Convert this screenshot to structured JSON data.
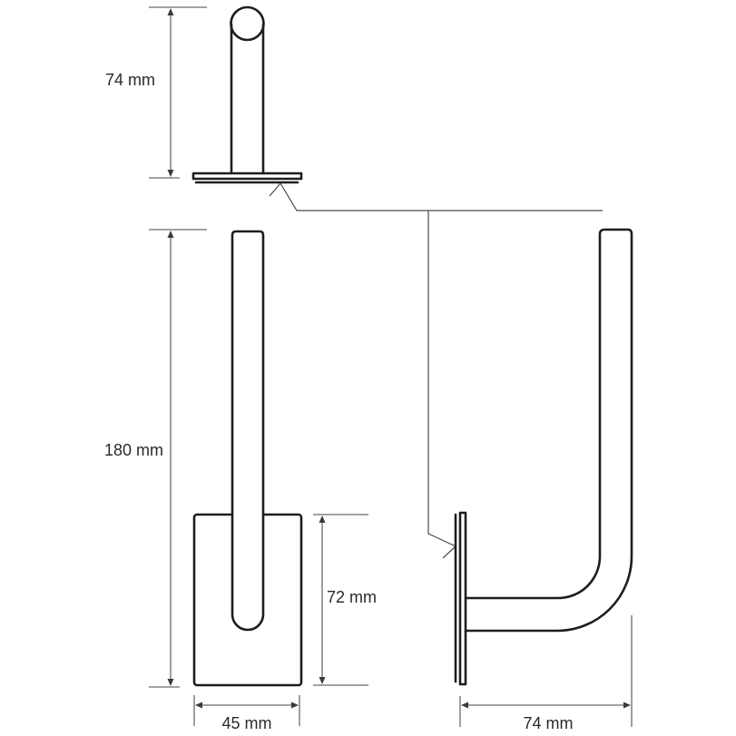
{
  "drawing": {
    "title": "Toilet paper holder technical drawing",
    "colors": {
      "line": "#1e1e1e",
      "dimension": "#6b6b6b",
      "text": "#2a2a2a",
      "background": "#ffffff"
    },
    "views": [
      {
        "name": "top-view",
        "dimension_label": "74 mm"
      },
      {
        "name": "front-view",
        "dimension_labels": [
          "180 mm",
          "72 mm",
          "45 mm"
        ]
      },
      {
        "name": "side-view",
        "dimension_label": "74 mm"
      }
    ]
  },
  "dims": {
    "top_height": "74 mm",
    "total_height": "180 mm",
    "plate_height": "72 mm",
    "plate_width": "45 mm",
    "depth": "74 mm"
  }
}
